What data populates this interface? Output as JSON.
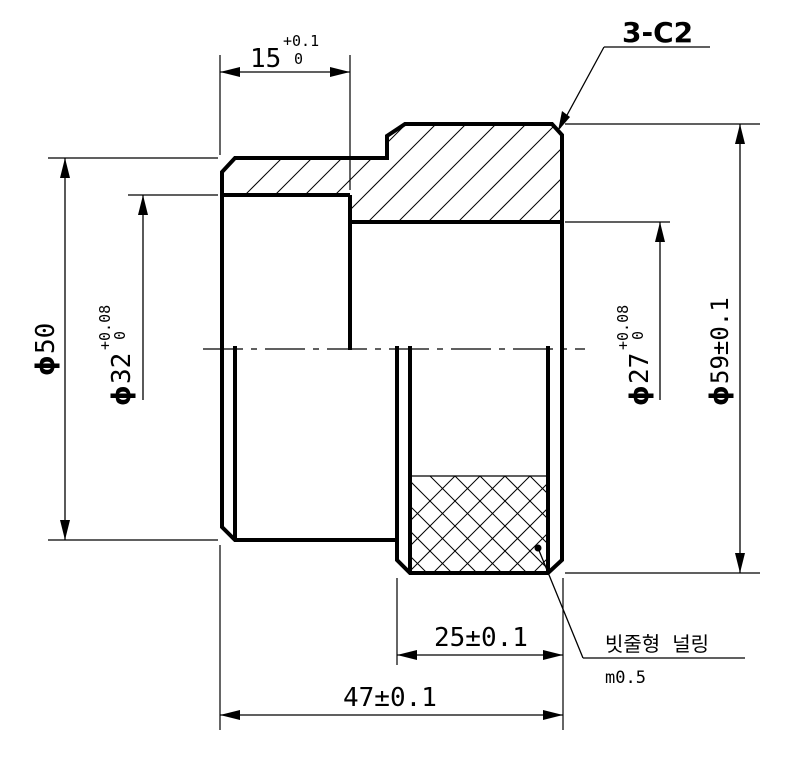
{
  "dimensions": {
    "d15": {
      "nominal": "15",
      "upper": "+0.1",
      "lower": "0"
    },
    "chamfer": "3-C2",
    "phi50": {
      "symbol": "ϕ",
      "value": "50"
    },
    "phi32": {
      "symbol": "ϕ",
      "nominal": "32",
      "upper": "+0.08",
      "lower": "0"
    },
    "phi27": {
      "symbol": "ϕ",
      "nominal": "27",
      "upper": "+0.08",
      "lower": "0"
    },
    "phi59": {
      "symbol": "ϕ",
      "value": "59±0.1"
    },
    "d25": "25±0.1",
    "d47": "47±0.1"
  },
  "knurl_note": {
    "label": "빗줄형 널링",
    "module": "m0.5"
  }
}
